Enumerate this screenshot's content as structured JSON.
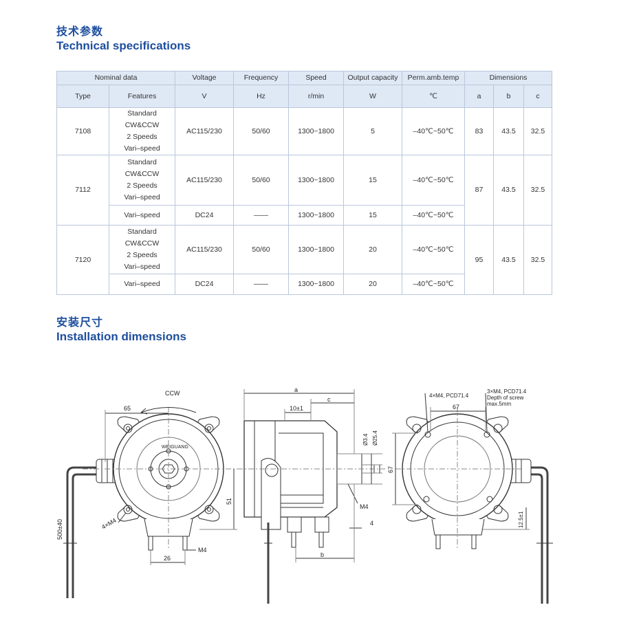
{
  "spec_section": {
    "title_zh": "技术参数",
    "title_en": "Technical specifications"
  },
  "install_section": {
    "title_zh": "安装尺寸",
    "title_en": "Installation dimensions"
  },
  "table": {
    "group_headers": {
      "nominal": "Nominal data",
      "voltage": "Voltage",
      "frequency": "Frequency",
      "speed": "Speed",
      "output": "Output capacity",
      "temp": "Perm.amb.temp",
      "dimensions": "Dimensions"
    },
    "sub_headers": {
      "type": "Type",
      "features": "Features",
      "voltage": "V",
      "frequency": "Hz",
      "speed": "r/min",
      "output": "W",
      "temp": "℃",
      "a": "a",
      "b": "b",
      "c": "c"
    },
    "rows": [
      {
        "type": "7108",
        "features": [
          "Standard",
          "CW&CCW",
          "2 Speeds",
          "Vari–speed"
        ],
        "voltage": "AC115/230",
        "frequency": "50/60",
        "speed": "1300~1800",
        "output": "5",
        "temp": "–40℃~50℃",
        "a": "83",
        "b": "43.5",
        "c": "32.5"
      },
      {
        "type": "7112",
        "features": [
          "Standard",
          "CW&CCW",
          "2 Speeds",
          "Vari–speed"
        ],
        "voltage": "AC115/230",
        "frequency": "50/60",
        "speed": "1300~1800",
        "output": "15",
        "temp": "–40℃~50℃",
        "a": "87",
        "b": "43.5",
        "c": "32.5"
      },
      {
        "features": [
          "Vari–speed"
        ],
        "voltage": "DC24",
        "frequency": "——",
        "speed": "1300~1800",
        "output": "15",
        "temp": "–40℃~50℃"
      },
      {
        "type": "7120",
        "features": [
          "Standard",
          "CW&CCW",
          "2 Speeds",
          "Vari–speed"
        ],
        "voltage": "AC115/230",
        "frequency": "50/60",
        "speed": "1300~1800",
        "output": "20",
        "temp": "–40℃~50℃",
        "a": "95",
        "b": "43.5",
        "c": "32.5"
      },
      {
        "features": [
          "Vari–speed"
        ],
        "voltage": "DC24",
        "frequency": "——",
        "speed": "1300~1800",
        "output": "20",
        "temp": "–40℃~50℃"
      }
    ]
  },
  "drawing_labels": {
    "ccw": "CCW",
    "dim_65": "65",
    "dim_51": "51",
    "dim_26": "26",
    "cable_length": "500±40",
    "m4_holes": "4×M4",
    "m4": "M4",
    "brand": "WEIGUANG",
    "a": "a",
    "c": "c",
    "b": "b",
    "dim_10": "10±1",
    "dia_34": "Ø3.4",
    "dia_254": "Ø25.4",
    "dim_4": "4",
    "front_holes": "4×M4, PCD71.4",
    "rear_holes": "3×M4, PCD71.4",
    "depth_1": "Depth of screw",
    "depth_2": "max.5mm",
    "dim_67_top": "67",
    "dim_67_side": "67",
    "dim_125": "12.5±1"
  }
}
